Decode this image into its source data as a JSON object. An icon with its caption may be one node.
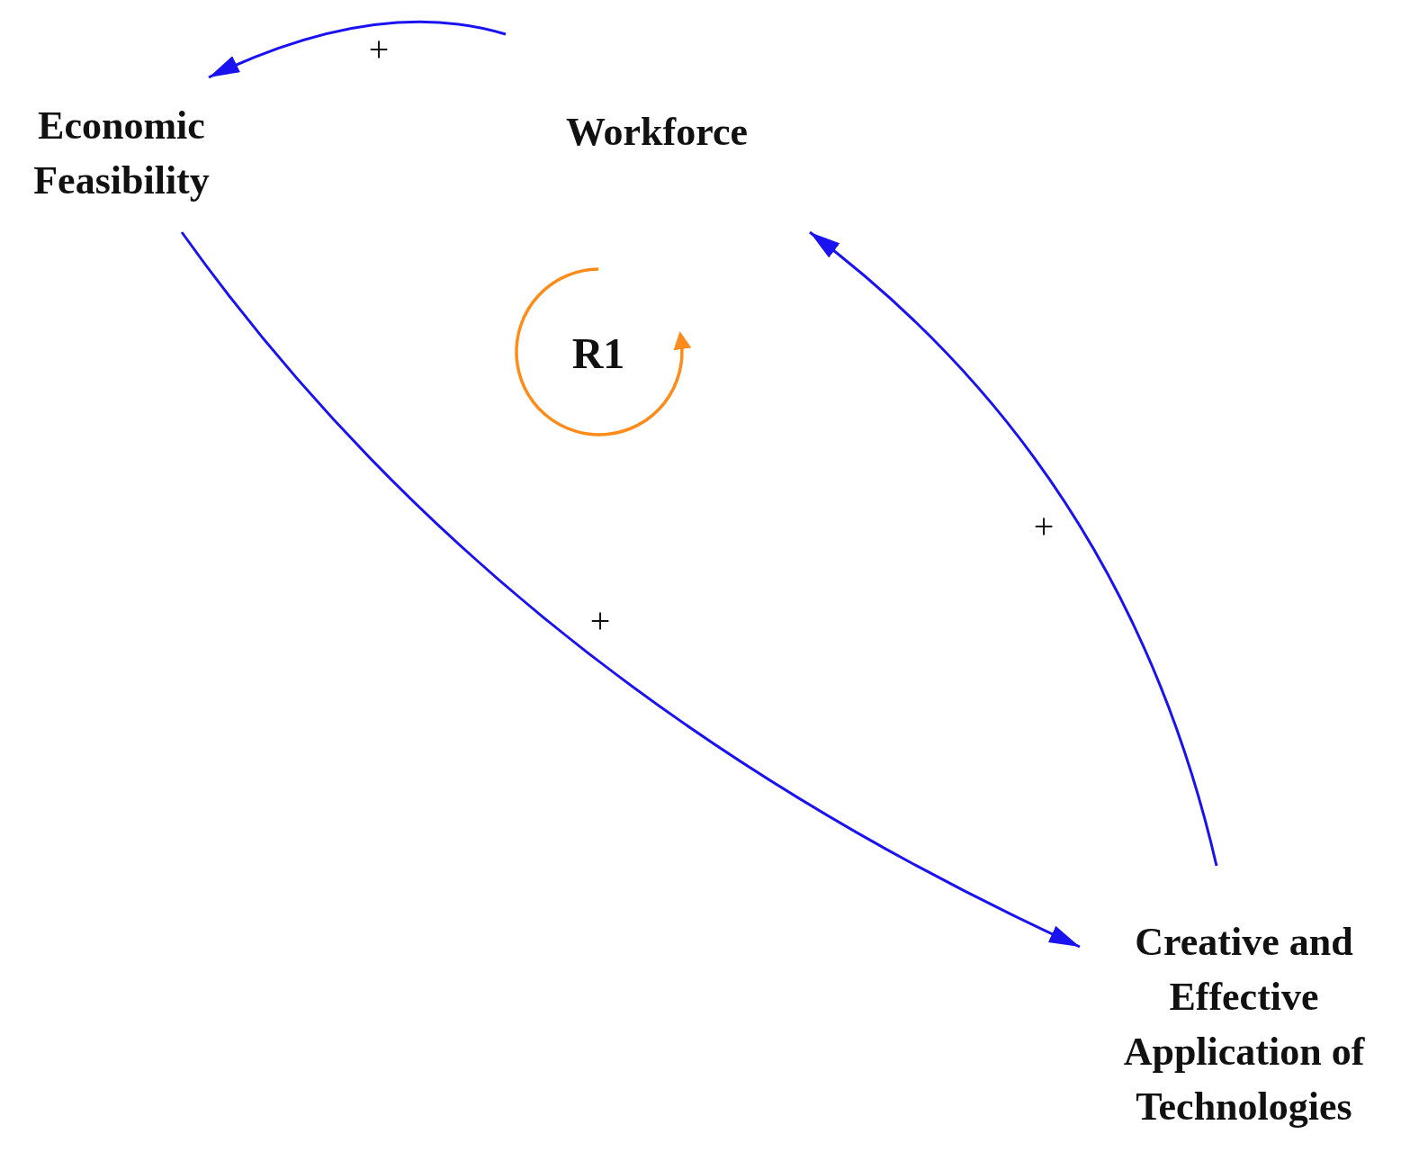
{
  "diagram": {
    "nodes": [
      {
        "text": [
          "Economic Feasibility"
        ]
      },
      {
        "text": [
          "Workforce"
        ]
      },
      {
        "text": [
          "Creative and Effective Application of Technologies"
        ]
      }
    ],
    "edges": [
      {
        "from": 1,
        "to": 0,
        "arrow": "to",
        "label": "+"
      },
      {
        "from": 0,
        "to": 2,
        "arrow": "to",
        "label": "+"
      },
      {
        "from": 2,
        "to": 1,
        "arrow": "to",
        "label": "+"
      }
    ],
    "labels": [
      "R1"
    ]
  }
}
